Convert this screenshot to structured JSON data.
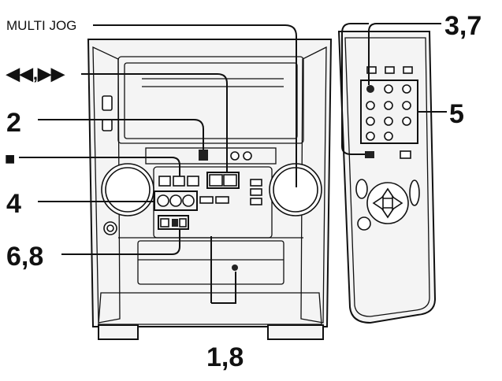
{
  "labels": {
    "multi_jog": "MULTI JOG",
    "skip": "◀◀,▶▶",
    "stop": "■",
    "callout_2": "2",
    "callout_4": "4",
    "callout_6_8": "6,8",
    "callout_3_7": "3,7",
    "callout_5": "5",
    "callout_1_8": "1,8"
  },
  "colors": {
    "ink": "#111111",
    "panel": "#f4f4f4",
    "paper": "#ffffff"
  }
}
